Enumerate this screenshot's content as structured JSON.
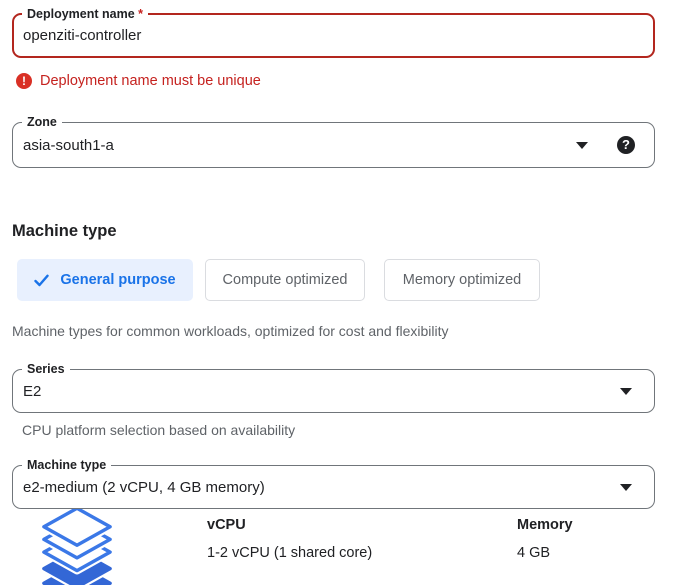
{
  "form": {
    "deployment_name": {
      "label": "Deployment name",
      "required_marker": "*",
      "value": "openziti-controller",
      "error_message": "Deployment name must be unique"
    },
    "zone": {
      "label": "Zone",
      "value": "asia-south1-a"
    }
  },
  "machine_section": {
    "heading": "Machine type",
    "tabs": [
      {
        "label": "General purpose",
        "selected": true
      },
      {
        "label": "Compute optimized",
        "selected": false
      },
      {
        "label": "Memory optimized",
        "selected": false
      }
    ],
    "description": "Machine types for common workloads, optimized for cost and flexibility",
    "series": {
      "label": "Series",
      "value": "E2",
      "helper": "CPU platform selection based on availability"
    },
    "machine_type": {
      "label": "Machine type",
      "value": "e2-medium (2 vCPU, 4 GB memory)"
    },
    "specs": {
      "vcpu_label": "vCPU",
      "vcpu_value": "1-2 vCPU (1 shared core)",
      "memory_label": "Memory",
      "memory_value": "4 GB"
    }
  },
  "icons": {
    "help_glyph": "?",
    "error_glyph": "!",
    "dropdown": "caret-down",
    "selected_check": "checkmark",
    "machine_family": "stacked-layers"
  },
  "colors": {
    "accent_blue": "#1a73e8",
    "tab_selected_bg": "#e8f0fe",
    "error_red": "#c5221f",
    "error_border": "#b3261e",
    "layers_fill": "#3367d6",
    "layers_stroke": "#3b78e7"
  }
}
